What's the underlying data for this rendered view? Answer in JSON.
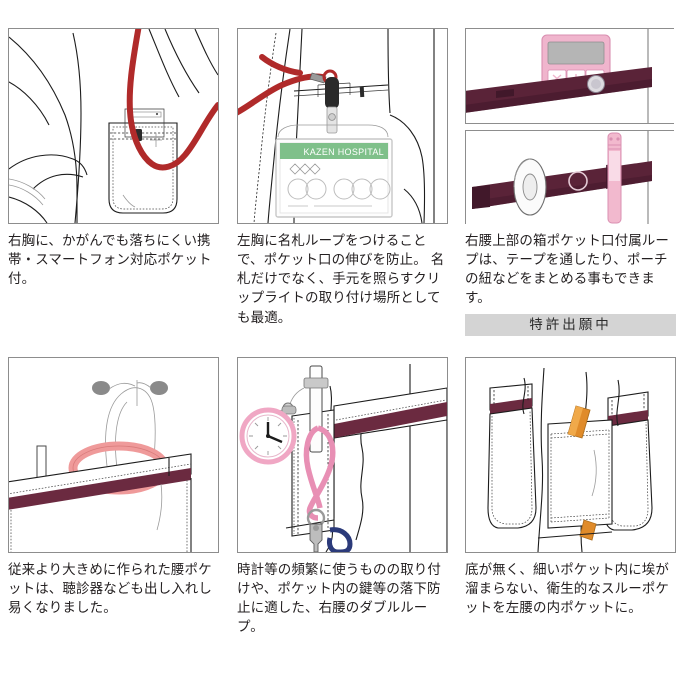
{
  "page": {
    "language": "ja",
    "layout": "3-column x 2-row illustrated feature grid",
    "background_color": "#ffffff",
    "text_color": "#231f20"
  },
  "colors": {
    "cord_red": "#b02a2a",
    "trim_maroon": "#6b2a40",
    "loop_maroon": "#5a2338",
    "accent_pink": "#f2b9ce",
    "badge_green": "#7fc08a",
    "badge_gray": "#d4d4d4",
    "pen_orange": "#e08b2a",
    "key_blue": "#2b3a7a",
    "panel_border": "#8d8d8d"
  },
  "panels": [
    {
      "id": "panel-1",
      "position": "row1-col1",
      "illustration": "right-chest-pocket-with-smartphone-and-red-lanyard",
      "caption": "右胸に、かがんでも落ちにくい携帯・スマートフォン対応ポケット付。",
      "badge": null
    },
    {
      "id": "panel-2",
      "position": "row1-col2",
      "illustration": "left-chest-name-badge-loop-with-id-card-and-clip",
      "caption": "左胸に名札ループをつけることで、ポケット口の伸びを防止。 名札だけでなく、手元を照らすクリップライトの取り付け場所としても最適。",
      "badge": null,
      "id_card": {
        "header_text": "KAZEN HOSPITAL",
        "header_color": "#7fc08a"
      }
    },
    {
      "id": "panel-3",
      "position": "row1-col3",
      "illustration": "right-waist-box-pocket-loop-with-calculator-and-tape-roll-and-pen",
      "caption": "右腰上部の箱ポケット口付属ループは、テープを通したり、ポーチの紐などをまとめる事もできます。",
      "badge": "特許出願中"
    },
    {
      "id": "panel-4",
      "position": "row2-col1",
      "illustration": "large-hip-pocket-with-stethoscope",
      "caption": "従来より大きめに作られた腰ポケットは、聴診器なども出し入れし易くなりました。",
      "badge": null
    },
    {
      "id": "panel-5",
      "position": "row2-col2",
      "illustration": "right-waist-double-loop-with-nurse-watch-carabiner-and-keys",
      "caption": "時計等の頻繁に使うものの取り付けや、ポケット内の鍵等の落下防止に適した、右腰のダブルループ。",
      "badge": null
    },
    {
      "id": "panel-6",
      "position": "row2-col3",
      "illustration": "bottomless-through-pocket-in-left-inner-waist",
      "caption": "底が無く、細いポケット内に埃が溜まらない、衛生的なスルーポケットを左腰の内ポケットに。",
      "badge": null
    }
  ]
}
